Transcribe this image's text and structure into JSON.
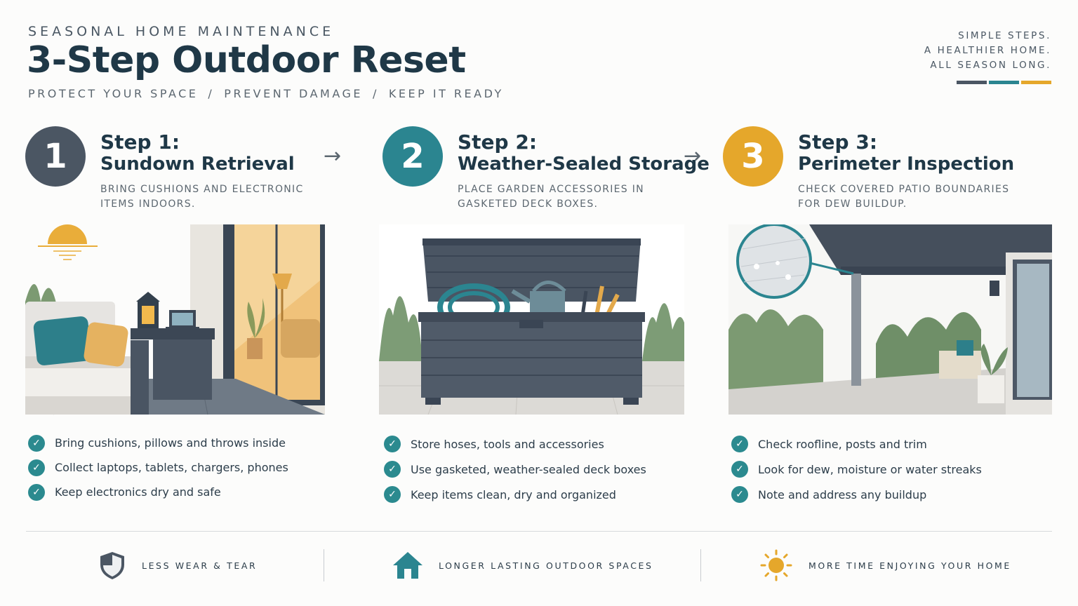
{
  "header": {
    "eyebrow": "SEASONAL HOME MAINTENANCE",
    "title": "3-Step Outdoor Reset",
    "subpoints": [
      "PROTECT YOUR SPACE",
      "PREVENT DAMAGE",
      "KEEP IT READY"
    ],
    "separator": "/",
    "tagline": [
      "SIMPLE STEPS.",
      "A HEALTHIER HOME.",
      "ALL SEASON LONG."
    ]
  },
  "colors": {
    "slate": "#4b5663",
    "teal": "#2b8590",
    "gold": "#e5a72b",
    "navy": "#1f3847"
  },
  "steps": [
    {
      "number": "1",
      "label": "Step 1:",
      "name": "Sundown Retrieval",
      "description": "BRING CUSHIONS AND ELECTRONIC ITEMS INDOORS.",
      "checks": [
        "Bring cushions, pillows and throws inside",
        "Collect laptops, tablets, chargers, phones",
        "Keep electronics dry and safe"
      ]
    },
    {
      "number": "2",
      "label": "Step 2:",
      "name": "Weather-Sealed Storage",
      "description": "PLACE GARDEN ACCESSORIES IN GASKETED DECK BOXES.",
      "checks": [
        "Store hoses, tools and accessories",
        "Use gasketed, weather-sealed deck boxes",
        "Keep items clean, dry and organized"
      ]
    },
    {
      "number": "3",
      "label": "Step 3:",
      "name": "Perimeter Inspection",
      "description": "CHECK COVERED PATIO BOUNDARIES FOR DEW BUILDUP.",
      "checks": [
        "Check roofline, posts and trim",
        "Look for dew, moisture or water streaks",
        "Note and address any buildup"
      ]
    }
  ],
  "arrow_glyph": "→",
  "check_glyph": "✓",
  "benefits": [
    {
      "icon": "shield-icon",
      "text": "LESS WEAR & TEAR"
    },
    {
      "icon": "house-icon",
      "text": "LONGER LASTING OUTDOOR SPACES"
    },
    {
      "icon": "sun-icon",
      "text": "MORE TIME ENJOYING YOUR HOME"
    }
  ]
}
